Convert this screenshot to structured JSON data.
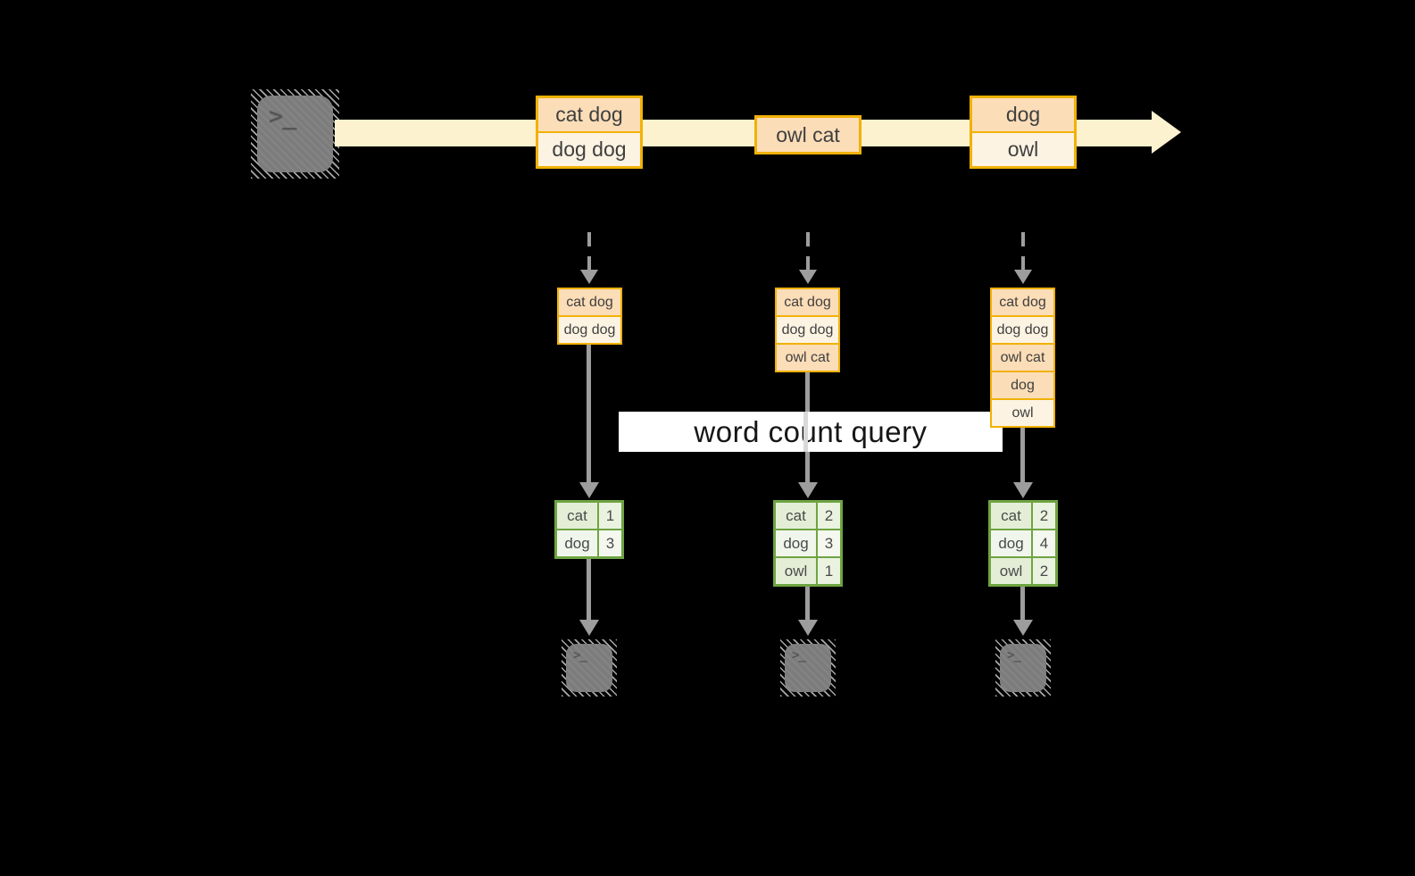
{
  "query_label": "word count query",
  "icons": {
    "terminal_prompt": ">_"
  },
  "colors": {
    "background": "#000000",
    "stream_fill": "#fdf2cf",
    "event_border": "#f1b105",
    "event_fill_peach": "#fbddb8",
    "event_fill_cream": "#fdf3e3",
    "arrow_gray": "#9d9d9d",
    "table_border_green": "#6ea442",
    "table_cell_green_dark": "#e4eed7",
    "table_cell_green_light": "#f1f6ec",
    "label_bg": "#ffffff",
    "terminal_gray": "#7c7c7c"
  },
  "stream": {
    "source": {
      "icon": "terminal-icon"
    },
    "event_groups": [
      {
        "rows": [
          {
            "text": "cat dog",
            "tone": "peach"
          },
          {
            "text": "dog dog",
            "tone": "cream"
          }
        ]
      },
      {
        "rows": [
          {
            "text": "owl cat",
            "tone": "peach"
          }
        ]
      },
      {
        "rows": [
          {
            "text": "dog",
            "tone": "peach"
          },
          {
            "text": "owl",
            "tone": "cream"
          }
        ]
      }
    ]
  },
  "columns": [
    {
      "state_rows": [
        {
          "text": "cat dog",
          "tone": "peach"
        },
        {
          "text": "dog dog",
          "tone": "cream"
        }
      ],
      "counts": [
        {
          "word": "cat",
          "count": "1"
        },
        {
          "word": "dog",
          "count": "3"
        }
      ],
      "sink": {
        "icon": "terminal-icon"
      }
    },
    {
      "state_rows": [
        {
          "text": "cat dog",
          "tone": "peach"
        },
        {
          "text": "dog dog",
          "tone": "cream"
        },
        {
          "text": "owl cat",
          "tone": "peach"
        }
      ],
      "counts": [
        {
          "word": "cat",
          "count": "2"
        },
        {
          "word": "dog",
          "count": "3"
        },
        {
          "word": "owl",
          "count": "1"
        }
      ],
      "sink": {
        "icon": "terminal-icon"
      }
    },
    {
      "state_rows": [
        {
          "text": "cat dog",
          "tone": "peach"
        },
        {
          "text": "dog dog",
          "tone": "cream"
        },
        {
          "text": "owl cat",
          "tone": "peach"
        },
        {
          "text": "dog",
          "tone": "peach"
        },
        {
          "text": "owl",
          "tone": "cream"
        }
      ],
      "counts": [
        {
          "word": "cat",
          "count": "2"
        },
        {
          "word": "dog",
          "count": "4"
        },
        {
          "word": "owl",
          "count": "2"
        }
      ],
      "sink": {
        "icon": "terminal-icon"
      }
    }
  ]
}
